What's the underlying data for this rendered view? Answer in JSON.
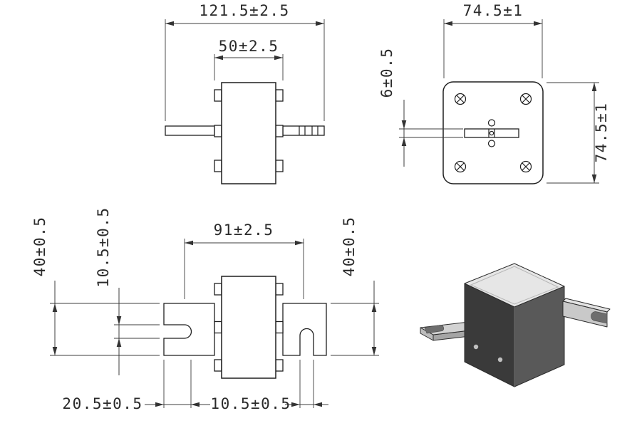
{
  "page": {
    "background": "#ffffff",
    "line_color": "#1f1f1f"
  },
  "views": {
    "top_view": {
      "dims": {
        "overall_length": "121.5±2.5",
        "body_width": "50±2.5"
      }
    },
    "end_view": {
      "dims": {
        "width": "74.5±1",
        "height": "74.5±1",
        "terminal_thickness": "6±0.5"
      }
    },
    "front_view": {
      "dims": {
        "terminal_span": "91±2.5",
        "terminal_height_left": "40±0.5",
        "slot_height": "10.5±0.5",
        "terminal_height_right": "40±0.5",
        "slot_end_offset": "20.5±0.5",
        "notch_width": "10.5±0.5"
      }
    },
    "isometric_view": {
      "body_top_color": "#e6e6e6",
      "body_front_color": "#3a3a3a",
      "body_side_color": "#595959",
      "terminal_color": "#cccccc"
    }
  }
}
